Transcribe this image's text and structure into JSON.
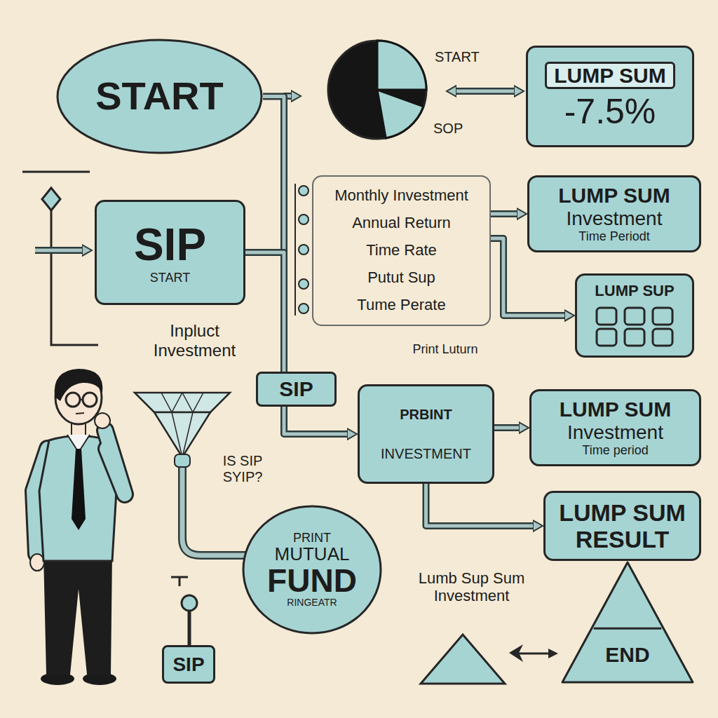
{
  "diagram": {
    "nodes": [
      {
        "text": [
          "START"
        ]
      },
      {
        "text": [
          "LUMP SUM",
          "-7.5%"
        ]
      },
      {
        "text": [
          "SIP",
          "START"
        ]
      },
      {
        "text": [
          "Monthly Investment",
          "Annual Return",
          "Time Rate",
          "Putut Sup",
          "Tume Perate"
        ]
      },
      {
        "text": [
          "LUMP SUM",
          "Investment",
          "Time Periodt"
        ]
      },
      {
        "text": [
          "LUMP SUP"
        ]
      },
      {
        "text": [
          "SIP"
        ]
      },
      {
        "text": [
          "PRBINT",
          "INVESTMENT"
        ]
      },
      {
        "text": [
          "LUMP SUM",
          "Investment",
          "Time period"
        ]
      },
      {
        "text": [
          "LUMP SUM RESULT"
        ]
      },
      {
        "text": [
          "PRINT",
          "MUTUAL",
          "FUND",
          "RINGEATR"
        ]
      },
      {
        "text": [
          "SIP"
        ]
      },
      {
        "text": [
          "END"
        ]
      }
    ],
    "edges": [
      {
        "from": 0,
        "to": 6,
        "arrow": "none"
      },
      {
        "from": 2,
        "to": 6,
        "arrow": "none"
      },
      {
        "from": 6,
        "to": 7,
        "arrow": "to"
      },
      {
        "from": 7,
        "to": 8,
        "arrow": "to"
      },
      {
        "from": 7,
        "to": 9,
        "arrow": "to"
      },
      {
        "from": 3,
        "to": 4,
        "arrow": "to"
      },
      {
        "from": 3,
        "to": 5,
        "arrow": "to"
      }
    ],
    "labels": [
      "START",
      "SOP",
      "Inpluct Investment",
      "Print Luturn",
      "IS SIP SYIP?",
      "Lumb Sup Sum Investment"
    ]
  }
}
